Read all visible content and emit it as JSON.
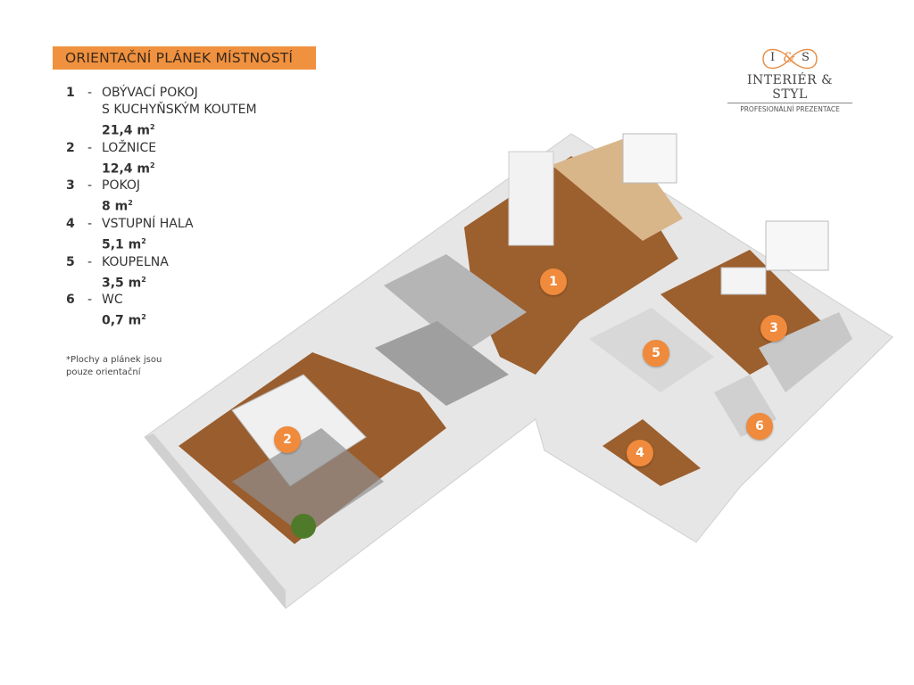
{
  "title": "ORIENTAČNÍ PLÁNEK MÍSTNOSTÍ",
  "rooms": [
    {
      "num": "1",
      "name": "OBÝVACÍ POKOJ",
      "name2": "S KUCHYŇSKÝM KOUTEM",
      "area": "21,4 m",
      "unit_sup": "2"
    },
    {
      "num": "2",
      "name": "LOŽNICE",
      "area": "12,4 m",
      "unit_sup": "2"
    },
    {
      "num": "3",
      "name": "POKOJ",
      "area": "8 m",
      "unit_sup": "2"
    },
    {
      "num": "4",
      "name": "VSTUPNÍ HALA",
      "area": "5,1 m",
      "unit_sup": "2"
    },
    {
      "num": "5",
      "name": "KOUPELNA",
      "area": "3,5 m",
      "unit_sup": "2"
    },
    {
      "num": "6",
      "name": "WC",
      "area": "0,7 m",
      "unit_sup": "2"
    }
  ],
  "dash": "-",
  "note_line1": "*Plochy  a plánek jsou",
  "note_line2": "pouze orientační",
  "logo": {
    "mark_left": "I",
    "mark_mid": "&",
    "mark_right": "S",
    "name": "INTERIÉR & STYL",
    "tagline": "PROFESIONÁLNÍ PREZENTACE"
  },
  "colors": {
    "accent": "#f08a3c",
    "floor": "#9c5f2e",
    "wall": "#e4e4e4"
  }
}
